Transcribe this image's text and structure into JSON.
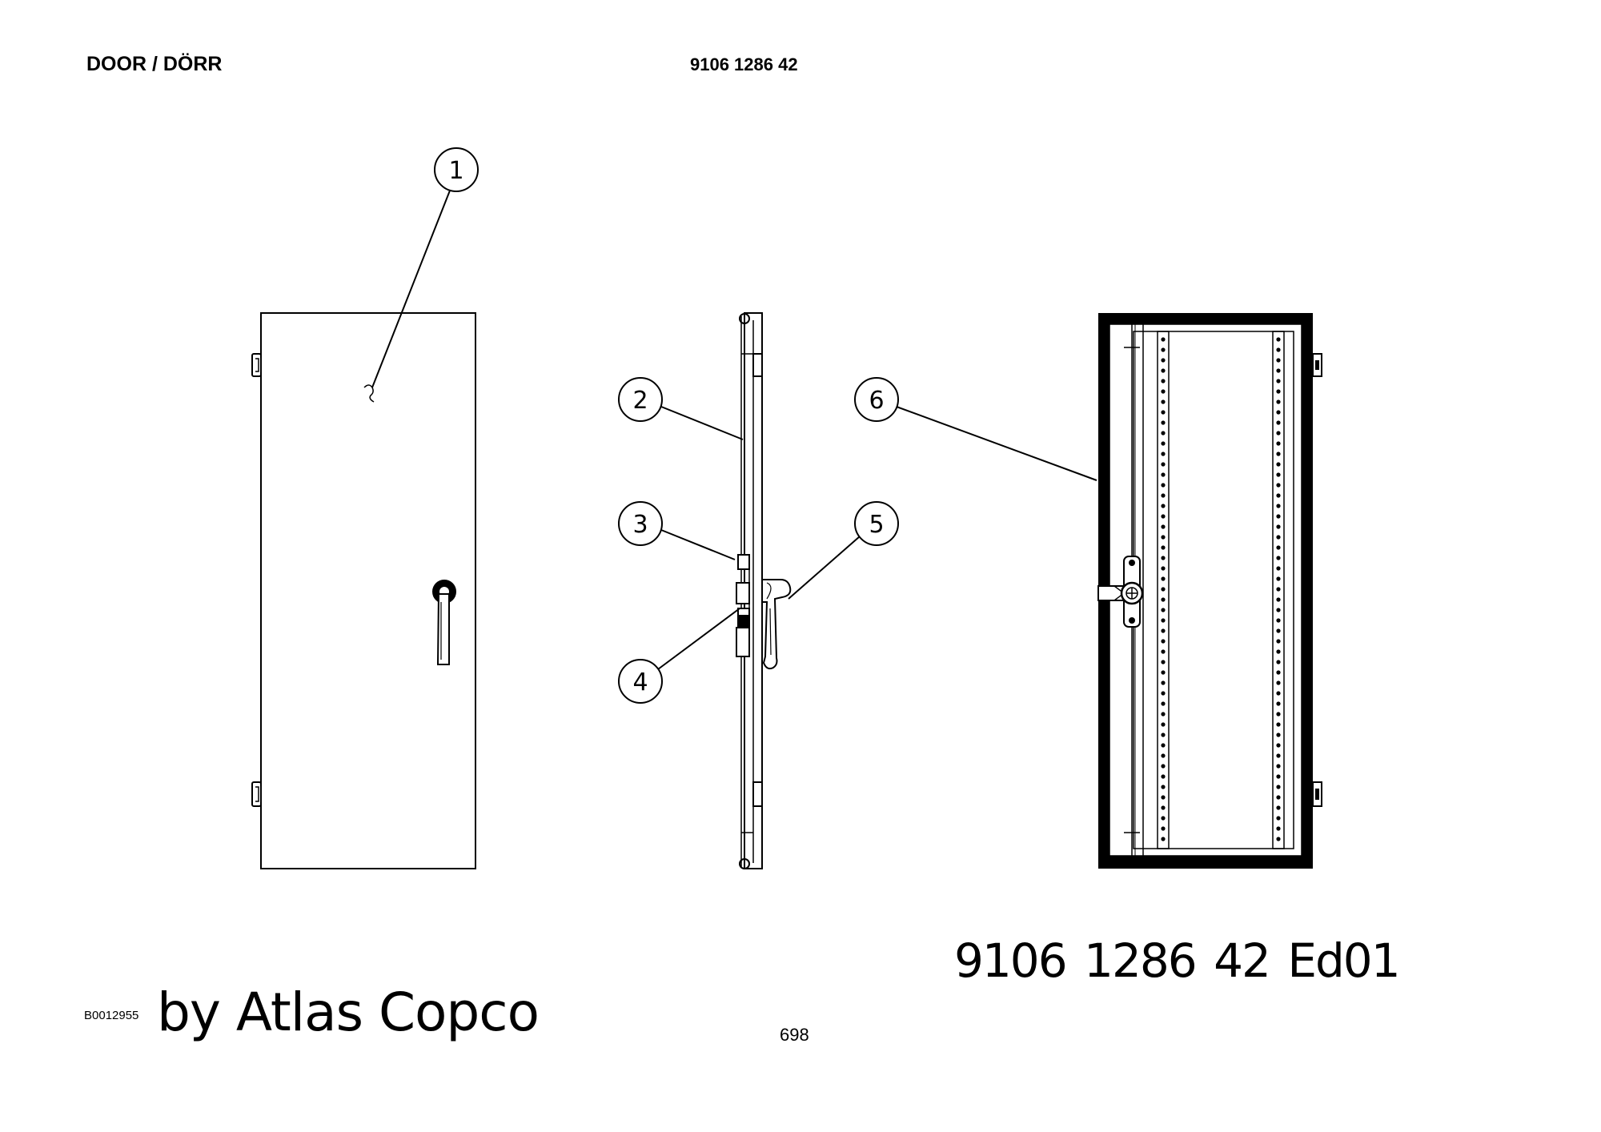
{
  "header": {
    "title": "DOOR / DÖRR",
    "part_number": "9106 1286 42"
  },
  "callouts": {
    "c1": "1",
    "c2": "2",
    "c3": "3",
    "c4": "4",
    "c5": "5",
    "c6": "6"
  },
  "footer": {
    "doc_number": "B0012955",
    "brand": "by Atlas Copco",
    "page_number": "698",
    "drawing_edition": "9106 1286 42  Ed01"
  }
}
